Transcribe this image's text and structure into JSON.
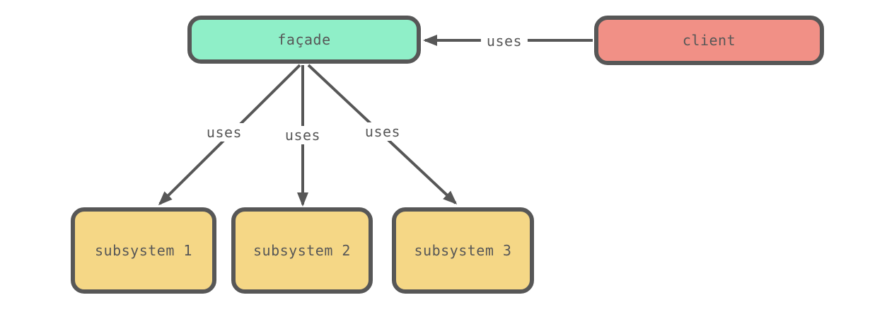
{
  "diagram": {
    "pattern_name": "facade",
    "nodes": {
      "facade": {
        "label": "façade"
      },
      "client": {
        "label": "client"
      },
      "subsystem1": {
        "label": "subsystem 1"
      },
      "subsystem2": {
        "label": "subsystem 2"
      },
      "subsystem3": {
        "label": "subsystem 3"
      }
    },
    "edges": {
      "client_to_facade": {
        "label": "uses",
        "from": "client",
        "to": "facade"
      },
      "facade_to_subsystem1": {
        "label": "uses",
        "from": "facade",
        "to": "subsystem1"
      },
      "facade_to_subsystem2": {
        "label": "uses",
        "from": "facade",
        "to": "subsystem2"
      },
      "facade_to_subsystem3": {
        "label": "uses",
        "from": "facade",
        "to": "subsystem3"
      }
    },
    "colors": {
      "facade-fill": "#8FEFC8",
      "client-fill": "#F19086",
      "subsystem-fill": "#F5D786",
      "border": "#575757",
      "line": "#575757",
      "text": "#575757",
      "background": "#FFFFFF"
    }
  }
}
